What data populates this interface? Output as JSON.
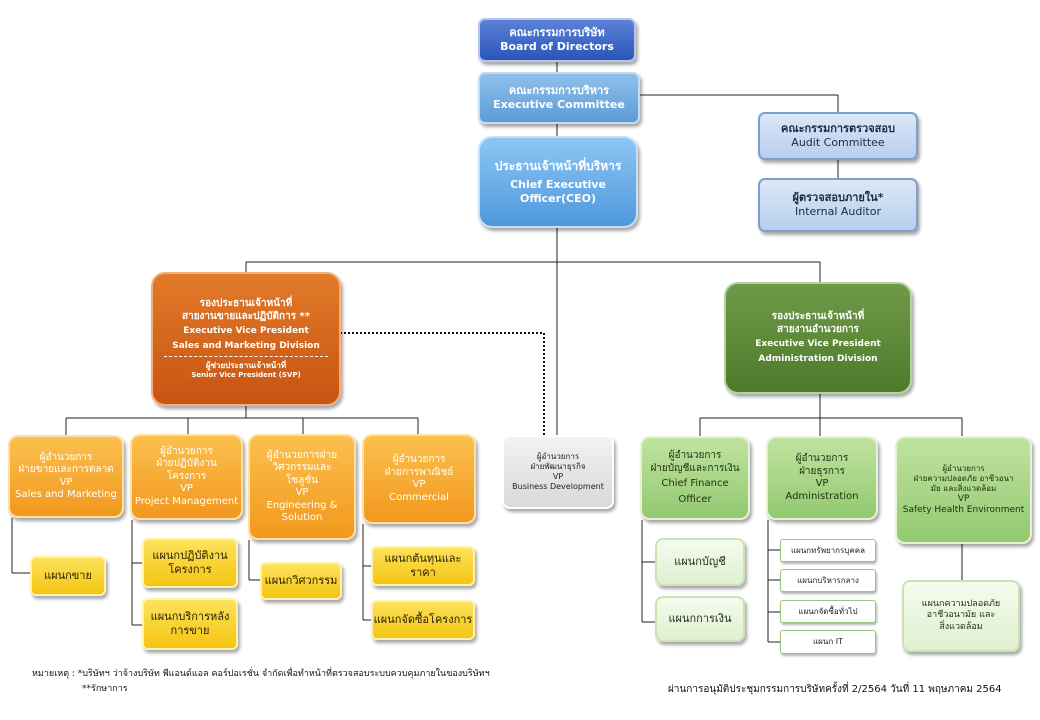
{
  "board": {
    "th": "คณะกรรมการบริษัท",
    "en": "Board of Directors"
  },
  "executive_committee": {
    "th": "คณะกรรมการบริหาร",
    "en": "Executive Committee"
  },
  "audit_committee": {
    "th": "คณะกรรมการตรวจสอบ",
    "en": "Audit  Committee"
  },
  "internal_auditor": {
    "th": "ผู้ตรวจสอบภายใน*",
    "en": "Internal Auditor"
  },
  "ceo": {
    "th": "ประธานเจ้าหน้าที่บริหาร",
    "en1": "Chief Executive",
    "en2": "Officer(CEO)"
  },
  "evp_sales": {
    "th1": "รองประธานเจ้าหน้าที่",
    "th2": "สายงานขายและปฏิบัติการ **",
    "en1": "Executive Vice President",
    "en2": "Sales and Marketing Division",
    "svp_th": "ผู้ช่วยประธานเจ้าหน้าที่",
    "svp_en": "Senior Vice  President (SVP)"
  },
  "evp_admin": {
    "th1": "รองประธานเจ้าหน้าที่",
    "th2": "สายงานอำนวยการ",
    "en1": "Executive Vice President",
    "en2": "Administration Division"
  },
  "vp_sales_marketing": {
    "th1": "ผู้อำนวยการ",
    "th2": "ฝ่ายขายและการตลาด",
    "vp": "VP",
    "en": "Sales and Marketing"
  },
  "vp_project_mgmt": {
    "th1": "ผู้อำนวยการ",
    "th2": "ฝ่ายปฏิบัติงาน",
    "th3": "โครงการ",
    "vp": "VP",
    "en": "Project Management"
  },
  "vp_engineering": {
    "th1": "ผู้อำนวยการฝ่าย",
    "th2": "วิศวกรรมและ",
    "th3": "โซลูชั่น",
    "vp": "VP",
    "en1": "Engineering &",
    "en2": "Solution"
  },
  "vp_commercial": {
    "th1": "ผู้อำนวยการ",
    "th2": "ฝ่ายการพาณิชย์",
    "vp": "VP",
    "en": "Commercial"
  },
  "vp_business_dev": {
    "th1": "ผู้อำนวยการ",
    "th2": "ฝ่ายพัฒนาธุรกิจ",
    "vp": "VP",
    "en": "Business Development"
  },
  "cfo": {
    "th1": "ผู้อำนวยการ",
    "th2": "ฝ่ายบัญชีและการเงิน",
    "en1": "Chief Finance",
    "en2": "Officer"
  },
  "vp_admin": {
    "th1": "ผู้อำนวยการ",
    "th2": "ฝ่ายธุรการ",
    "vp": "VP",
    "en": "Administration"
  },
  "vp_safety": {
    "th1": "ผู้อำนวยการ",
    "th2": "ฝ่ายความปลอดภัย  อาชีวอนา",
    "th3": "มัย และสิ่งแวดล้อม",
    "vp": "VP",
    "en": "Safety Health  Environment"
  },
  "dept_sales": "แผนกขาย",
  "dept_project_ops": {
    "l1": "แผนกปฏิบัติงาน",
    "l2": "โครงการ"
  },
  "dept_after_sales": {
    "l1": "แผนกบริการหลัง",
    "l2": "การขาย"
  },
  "dept_engineering": "แผนกวิศวกรรม",
  "dept_cost_price": "แผนกต้นทุนและราคา",
  "dept_procurement": "แผนกจัดซื้อโครงการ",
  "dept_accounting": "แผนกบัญชี",
  "dept_finance": "แผนกการเงิน",
  "dept_hr": "แผนกทรัพยากรบุคคล",
  "dept_legal": "แผนกบริหารกลาง",
  "dept_purchasing": "แผนกจัดซื้อทั่วไป",
  "dept_it": "แผนก IT",
  "dept_safety": {
    "l1": "แผนกความปลอดภัย",
    "l2": "อาชีวอนามัย  และ",
    "l3": "สิ่งแวดล้อม"
  },
  "footnote": {
    "line1": "หมายเหตุ :  *บริษัทฯ ว่าจ้างบริษัท พีแอนด์แอล คอร์ปอเรชั่น จำกัดเพื่อทำหน้าที่ตรวจสอบระบบควบคุมภายในของบริษัทฯ",
    "line2": "**รักษาการ"
  },
  "approval": "ผ่านการอนุมัติประชุมกรรมการบริษัทครั้งที่  2/2564 วันที่ 11 พฤษภาคม 2564"
}
